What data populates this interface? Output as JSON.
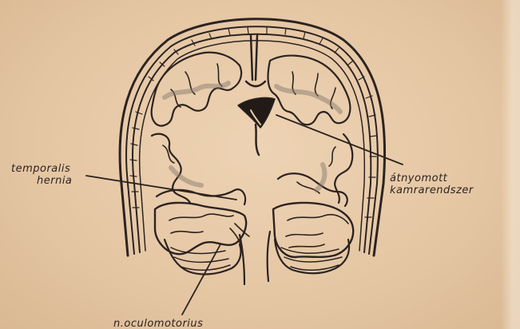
{
  "labels": {
    "temporalis_hernia": [
      "temporalis",
      "hernia"
    ],
    "atnyomott_kamrarendszer": [
      "átnyomott",
      "kamrarendszer"
    ],
    "n_oculomotorius": "n.oculomotorius"
  },
  "colors": {
    "paper": "#e6c9a7",
    "ink": "#2c2320"
  }
}
